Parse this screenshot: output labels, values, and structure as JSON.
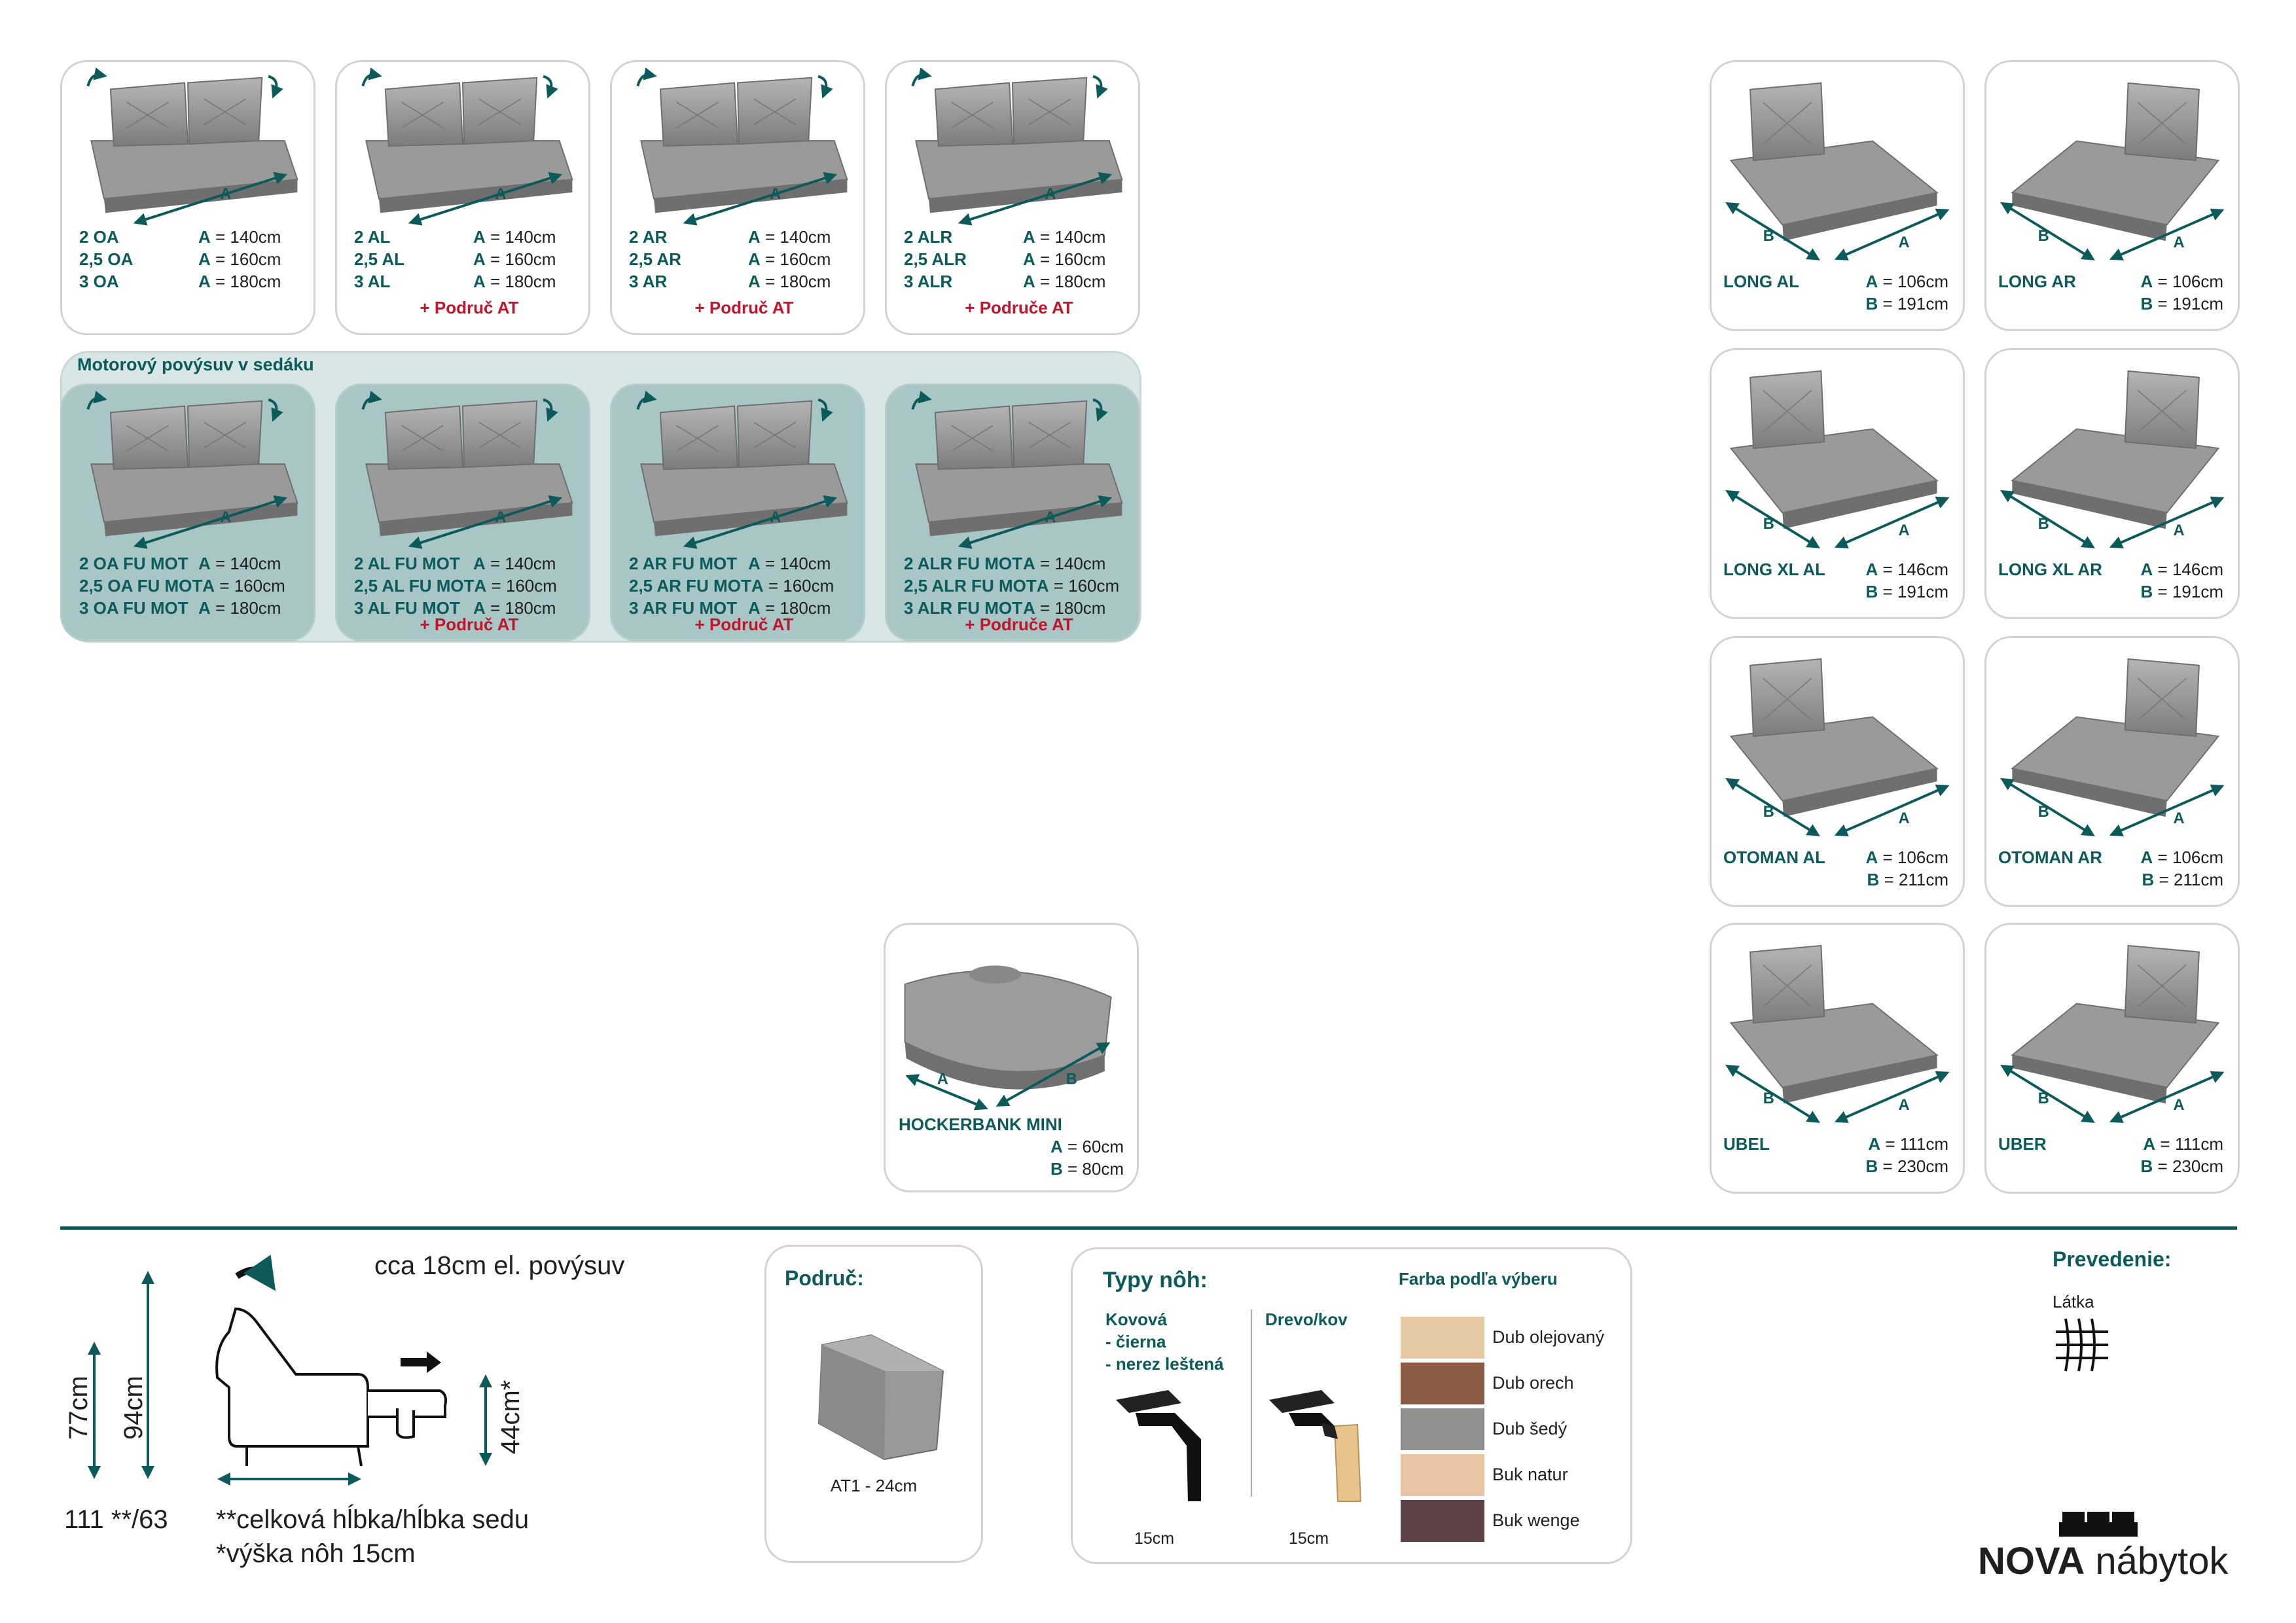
{
  "colors": {
    "teal": "#0c5a5a",
    "red": "#c0152a",
    "card_border": "#d3d3d3",
    "mot_panel": "#d9e6e6",
    "mot_card": "#a8c6c6"
  },
  "top_cards": [
    {
      "rows": [
        {
          "name": "2 OA",
          "label": "A",
          "value": " = 140cm"
        },
        {
          "name": "2,5 OA",
          "label": "A",
          "value": " = 160cm"
        },
        {
          "name": "3 OA",
          "label": "A",
          "value": " = 180cm"
        }
      ],
      "extra": "",
      "dim_letter": "A"
    },
    {
      "rows": [
        {
          "name": "2 AL",
          "label": "A",
          "value": " = 140cm"
        },
        {
          "name": "2,5 AL",
          "label": "A",
          "value": " = 160cm"
        },
        {
          "name": "3 AL",
          "label": "A",
          "value": " = 180cm"
        }
      ],
      "extra": "+ Područ AT",
      "dim_letter": "A"
    },
    {
      "rows": [
        {
          "name": "2 AR",
          "label": "A",
          "value": " = 140cm"
        },
        {
          "name": "2,5 AR",
          "label": "A",
          "value": " = 160cm"
        },
        {
          "name": "3 AR",
          "label": "A",
          "value": " = 180cm"
        }
      ],
      "extra": "+ Područ AT",
      "dim_letter": "A"
    },
    {
      "rows": [
        {
          "name": "2 ALR",
          "label": "A",
          "value": " = 140cm"
        },
        {
          "name": "2,5 ALR",
          "label": "A",
          "value": " = 160cm"
        },
        {
          "name": "3 ALR",
          "label": "A",
          "value": " = 180cm"
        }
      ],
      "extra": "+ Područe AT",
      "dim_letter": "A"
    }
  ],
  "motor": {
    "title": "Motorový povýsuv v sedáku",
    "cards": [
      {
        "rows": [
          {
            "name": "2 OA FU MOT",
            "label": "A",
            "value": " = 140cm"
          },
          {
            "name": "2,5 OA FU MOT",
            "label": "A",
            "value": " = 160cm"
          },
          {
            "name": "3 OA FU MOT",
            "label": "A",
            "value": " = 180cm"
          }
        ],
        "extra": "",
        "dim_letter": "A"
      },
      {
        "rows": [
          {
            "name": "2 AL FU MOT",
            "label": "A",
            "value": " = 140cm"
          },
          {
            "name": "2,5 AL FU MOT",
            "label": "A",
            "value": " = 160cm"
          },
          {
            "name": "3 AL FU MOT",
            "label": "A",
            "value": " = 180cm"
          }
        ],
        "extra": "+ Područ AT",
        "dim_letter": "A"
      },
      {
        "rows": [
          {
            "name": "2 AR FU MOT",
            "label": "A",
            "value": " = 140cm"
          },
          {
            "name": "2,5 AR FU MOT",
            "label": "A",
            "value": " = 160cm"
          },
          {
            "name": "3 AR FU MOT",
            "label": "A",
            "value": " = 180cm"
          }
        ],
        "extra": "+ Područ AT",
        "dim_letter": "A"
      },
      {
        "rows": [
          {
            "name": "2 ALR FU MOT",
            "label": "A",
            "value": " = 140cm"
          },
          {
            "name": "2,5 ALR FU MOT",
            "label": "A",
            "value": " = 160cm"
          },
          {
            "name": "3 ALR FU MOT",
            "label": "A",
            "value": " = 180cm"
          }
        ],
        "extra": "+ Područe AT",
        "dim_letter": "A"
      }
    ]
  },
  "hocker": {
    "name": "HOCKERBANK MINI",
    "a_label": "A",
    "a_value": " = 60cm",
    "b_label": "B",
    "b_value": " = 80cm",
    "dim_a": "A",
    "dim_b": "B"
  },
  "right_cards": [
    {
      "name": "LONG AL",
      "a_label": "A",
      "a_value": " = 106cm",
      "b_label": "B",
      "b_value": " = 191cm",
      "dim_a": "A",
      "dim_b": "B"
    },
    {
      "name": "LONG AR",
      "a_label": "A",
      "a_value": " = 106cm",
      "b_label": "B",
      "b_value": " = 191cm",
      "dim_a": "A",
      "dim_b": "B"
    },
    {
      "name": "LONG XL AL",
      "a_label": "A",
      "a_value": " = 146cm",
      "b_label": "B",
      "b_value": " = 191cm",
      "dim_a": "A",
      "dim_b": "B"
    },
    {
      "name": "LONG XL AR",
      "a_label": "A",
      "a_value": " = 146cm",
      "b_label": "B",
      "b_value": " = 191cm",
      "dim_a": "A",
      "dim_b": "B"
    },
    {
      "name": "OTOMAN AL",
      "a_label": "A",
      "a_value": " = 106cm",
      "b_label": "B",
      "b_value": " = 211cm",
      "dim_a": "A",
      "dim_b": "B"
    },
    {
      "name": "OTOMAN AR",
      "a_label": "A",
      "a_value": " = 106cm",
      "b_label": "B",
      "b_value": " = 211cm",
      "dim_a": "A",
      "dim_b": "B"
    },
    {
      "name": "UBEL",
      "a_label": "A",
      "a_value": " = 111cm",
      "b_label": "B",
      "b_value": " = 230cm",
      "dim_a": "A",
      "dim_b": "B"
    },
    {
      "name": "UBER",
      "a_label": "A",
      "a_value": " = 111cm",
      "b_label": "B",
      "b_value": " = 230cm",
      "dim_a": "A",
      "dim_b": "B"
    }
  ],
  "profile": {
    "motor_text": "cca 18cm el. povýsuv",
    "h1": "77cm",
    "h2": "94cm",
    "h3": "44cm*",
    "depth": "111 **/63",
    "note1": "**celková hĺbka/hĺbka sedu",
    "note2": "*výška nôh 15cm"
  },
  "armrest": {
    "title": "Područ:",
    "label": "AT1 - 24cm"
  },
  "legs": {
    "title": "Typy nôh:",
    "metal": {
      "title": "Kovová",
      "l1": "- čierna",
      "l2": "- nerez leštená",
      "size": "15cm"
    },
    "wood": {
      "title": "Drevo/kov",
      "size": "15cm"
    },
    "color_title": "Farba podľa výberu",
    "swatches": [
      {
        "name": "Dub olejovaný",
        "color": "#e7c9a3"
      },
      {
        "name": "Dub orech",
        "color": "#8a5a44"
      },
      {
        "name": "Dub šedý",
        "color": "#8f8f8d"
      },
      {
        "name": "Buk natur",
        "color": "#e8c4a4"
      },
      {
        "name": "Buk wenge",
        "color": "#5d4248"
      }
    ]
  },
  "prevedenie": {
    "title": "Prevedenie:",
    "label": "Látka"
  },
  "brand": {
    "bold": "NOVA",
    "rest": " nábytok"
  }
}
